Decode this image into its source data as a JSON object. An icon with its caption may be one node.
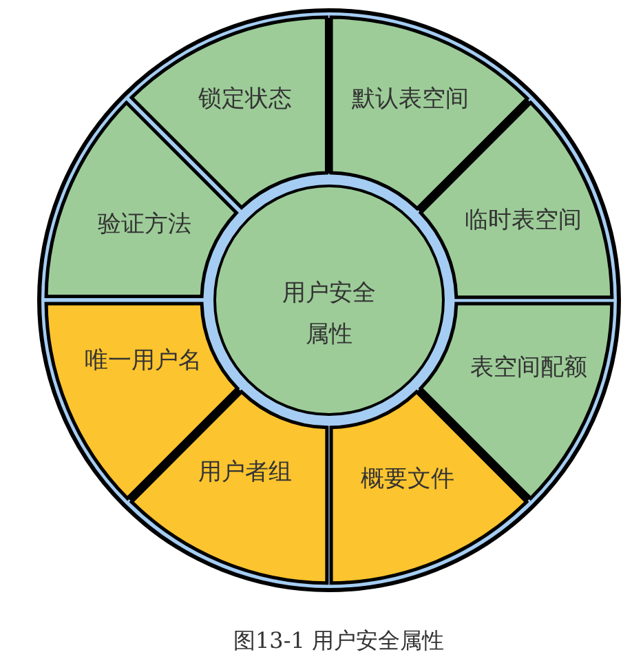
{
  "diagram": {
    "caption": "图13-1 用户安全属性",
    "nodes": [
      {
        "text": [
          "锁定状态"
        ]
      },
      {
        "text": [
          "默认表空间"
        ]
      },
      {
        "text": [
          "临时表空间"
        ]
      },
      {
        "text": [
          "验证方法"
        ]
      },
      {
        "text": [
          "用户安全属性"
        ]
      },
      {
        "text": [
          "表空间配额"
        ]
      },
      {
        "text": [
          "唯一用户名"
        ]
      },
      {
        "text": [
          "用户者组"
        ]
      },
      {
        "text": [
          "概要文件"
        ]
      }
    ]
  }
}
